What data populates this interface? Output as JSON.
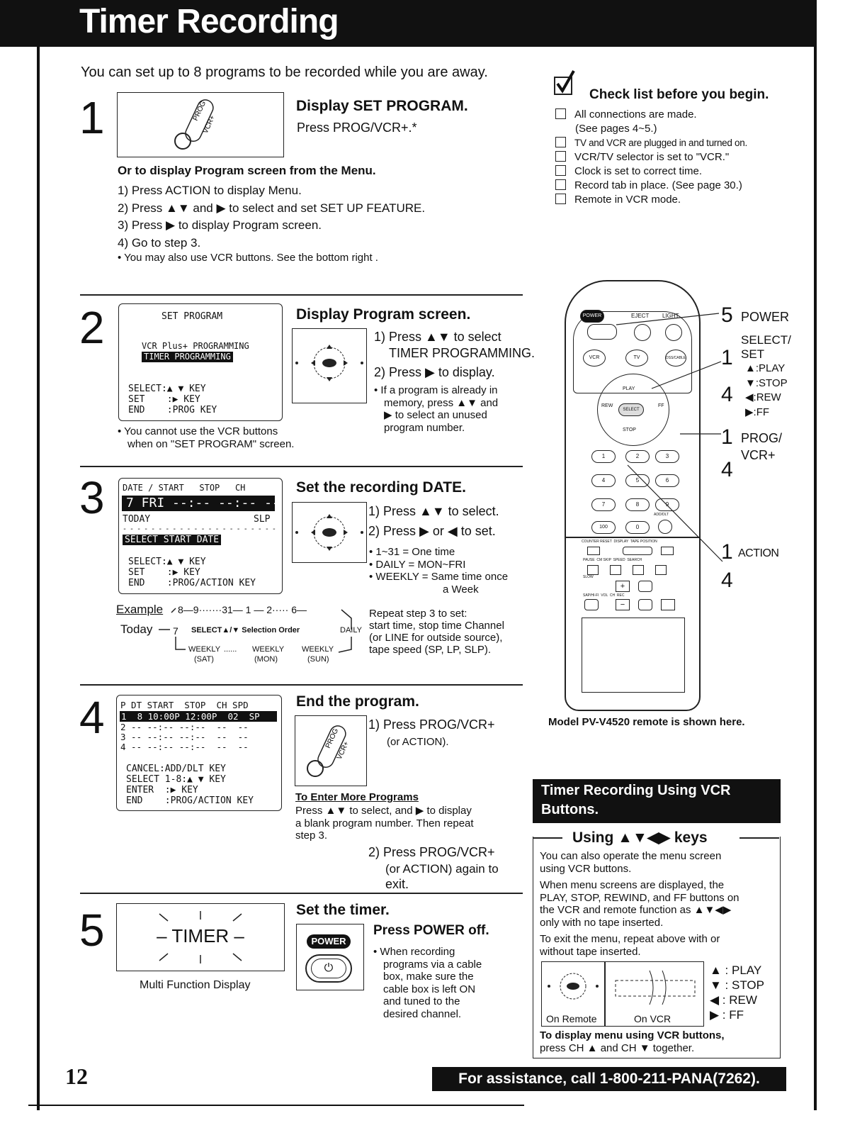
{
  "header": {
    "title": "Timer Recording"
  },
  "intro": "You can set up to 8 programs to be recorded while you are away.",
  "step1": {
    "num": "1",
    "title": "Display SET PROGRAM.",
    "instr": "Press PROG/VCR+.*",
    "btn_label": "PROG/VCR+",
    "alt_title": "Or to display Program screen from the Menu.",
    "alt_steps": [
      "1) Press ACTION to display Menu.",
      "2) Press ▲▼ and ▶ to select and set SET UP FEATURE.",
      "3) Press ▶ to display Program screen.",
      "4) Go to step 3."
    ],
    "note": "• You may also use VCR  buttons. See the bottom right ."
  },
  "checklist": {
    "title": "Check list before you begin.",
    "items": [
      "All connections are made.",
      "TV and VCR are plugged in and turned on.",
      "VCR/TV selector is set to \"VCR.\"",
      "Clock is set to correct time.",
      "Record tab in place. (See page 30.)",
      "Remote in VCR mode."
    ],
    "item1_sub": "(See pages 4~5.)"
  },
  "step2": {
    "num": "2",
    "title": "Display Program screen.",
    "screen": {
      "title": "SET PROGRAM",
      "line1": "VCR Plus+ PROGRAMMING",
      "line2": "TIMER PROGRAMMING",
      "keys": [
        "SELECT:▲ ▼ KEY",
        "SET    :▶ KEY",
        "END    :PROG KEY"
      ]
    },
    "instr1a": "1) Press ▲▼ to select",
    "instr1b": "TIMER PROGRAMMING.",
    "instr2": "2) Press ▶ to display.",
    "bullet": [
      "• If a program is already in",
      "memory, press ▲▼ and",
      "▶ to select an unused",
      "program number."
    ],
    "note": [
      "• You cannot use the VCR buttons",
      "when on \"SET PROGRAM\" screen."
    ]
  },
  "step3": {
    "num": "3",
    "title": "Set the recording DATE.",
    "screen": {
      "header": "DATE / START   STOP   CH",
      "row": "7 FRI --:-- --:-- --",
      "row2_left": "TODAY",
      "row2_right": "SLP",
      "dashes": "- - - - - - - - - - - - - - - - - - - - - - - - -",
      "prompt": "SELECT START DATE",
      "keys": [
        "SELECT:▲ ▼ KEY",
        "SET    :▶ KEY",
        "END    :PROG/ACTION KEY"
      ]
    },
    "instr1": "1) Press ▲▼  to select.",
    "instr2": "2) Press ▶ or ◀ to set.",
    "bullets": [
      "• 1~31 = One time",
      "• DAILY = MON~FRI",
      "• WEEKLY = Same time once",
      "a Week"
    ],
    "example": {
      "label": "Example",
      "seq": "8—9·······31— 1 — 2····· 6—",
      "today": "Today",
      "seven": "7",
      "sel": "SELECT▲/▼ Selection Order",
      "daily": "DAILY",
      "weekly": [
        "WEEKLY",
        "WEEKLY",
        "WEEKLY"
      ],
      "days": [
        "(SAT)",
        "(MON)",
        "(SUN)"
      ],
      "dots": "......"
    },
    "repeat": [
      "Repeat step 3 to set:",
      "start time, stop time  Channel",
      "(or LINE for outside source),",
      "tape speed (SP, LP, SLP)."
    ]
  },
  "step4": {
    "num": "4",
    "title": "End the program.",
    "screen": {
      "header": "P DT START  STOP  CH SPD",
      "row1": "1  8 10:00P 12:00P  02  SP",
      "rows": [
        "2 -- --:-- --:--  --  --",
        "3 -- --:-- --:--  --  --",
        "4 -- --:-- --:--  --  --"
      ],
      "keys": [
        "CANCEL:ADD/DLT KEY",
        "SELECT 1-8:▲ ▼ KEY",
        "ENTER  :▶ KEY",
        "END    :PROG/ACTION KEY"
      ]
    },
    "instr1": "1) Press PROG/VCR+",
    "instr1b": "(or ACTION).",
    "more_title": "To Enter More Programs",
    "more_text": [
      "Press ▲▼ to select, and ▶ to display",
      "a blank program number. Then repeat",
      "step 3."
    ],
    "instr2": "2) Press PROG/VCR+",
    "instr2b": "(or ACTION) again to",
    "instr2c": "exit."
  },
  "step5": {
    "num": "5",
    "display_text": "– TIMER –",
    "caption": "Multi Function Display",
    "title": "Set the timer.",
    "power_label": "POWER",
    "instr": "Press POWER off.",
    "bullet": [
      "• When recording",
      "programs via a cable",
      "box, make sure the",
      "cable box is left ON",
      "and tuned to the",
      "desired channel."
    ]
  },
  "remote": {
    "callouts": {
      "power_num": "5",
      "power": "POWER",
      "select_num": "1",
      "select_num2": "4",
      "select": [
        "SELECT/",
        "SET"
      ],
      "keys": [
        "▲:PLAY",
        "▼:STOP",
        "◀:REW",
        "▶:FF"
      ],
      "prog_num": "1",
      "prog_num2": "4",
      "prog": [
        "PROG/",
        "VCR+"
      ],
      "action_num": "1",
      "action_num2": "4",
      "action": "ACTION"
    },
    "labels": {
      "power": "POWER",
      "eject": "EJECT",
      "light": "LIGHT",
      "vcr": "VCR",
      "tv": "TV",
      "dss": "DSS/CABLE",
      "play": "PLAY",
      "stop": "STOP",
      "rew": "REW",
      "ff": "FF",
      "select": "SELECT",
      "nums": [
        "1",
        "2",
        "3",
        "4",
        "5",
        "6",
        "7",
        "8",
        "9",
        "100",
        "0"
      ],
      "add": "ADD/DLT",
      "row1": "COUNTER RESET  DISPLAY  TAPE POSITION",
      "row2": "PAUSE  CM SKIP  SPEED  SEARCH",
      "slow": "SLOW",
      "row3": "SAP/HI-FI  VOL  CH  REC"
    },
    "caption": "Model PV-V4520 remote is shown here."
  },
  "vcr_buttons": {
    "header": [
      "Timer Recording Using VCR",
      "Buttons."
    ],
    "sub": "Using ▲▼◀▶ keys",
    "p1": [
      "You can also operate the menu screen",
      "using VCR buttons."
    ],
    "p2": [
      "When menu screens are displayed, the",
      "PLAY, STOP, REWIND, and FF buttons on",
      "the VCR and remote function as ▲▼◀▶",
      "only with no tape inserted."
    ],
    "p3": [
      "To exit the menu, repeat above with or",
      "without tape inserted."
    ],
    "on_remote": "On Remote",
    "on_vcr": "On VCR",
    "keys": [
      "▲ : PLAY",
      "▼ : STOP",
      "◀ : REW",
      "▶ : FF"
    ],
    "footer_bold": [
      "To display menu using VCR buttons,",
      "press CH ▲ and CH ▼ together."
    ]
  },
  "footer": {
    "page": "12",
    "assist": "For assistance, call 1-800-211-PANA(7262)."
  }
}
